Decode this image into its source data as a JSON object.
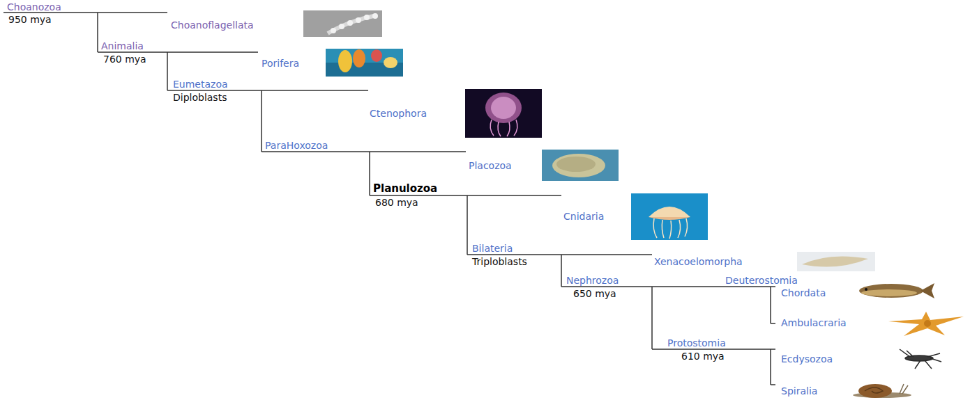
{
  "diagram": {
    "labels": [
      "Choanozoa",
      "950 mya",
      "Choanoflagellata",
      "Animalia",
      "760 mya",
      "Porifera",
      "Eumetazoa",
      "Diploblasts",
      "Ctenophora",
      "ParaHoxozoa",
      "Placozoa",
      "Planulozoa",
      "680 mya",
      "Cnidaria",
      "Bilateria",
      "Triploblasts",
      "Xenacoelomorpha",
      "Nephrozoa",
      "Deuterostomia",
      "650 mya",
      "Chordata",
      "Ambulacraria",
      "Protostomia",
      "610 mya",
      "Ecdysozoa",
      "Spiralia"
    ]
  }
}
